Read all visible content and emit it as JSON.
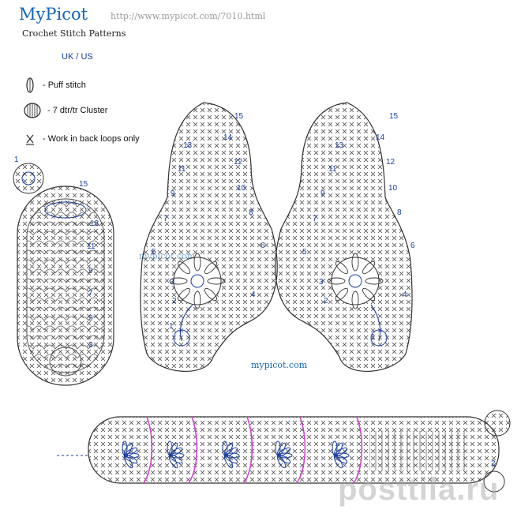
{
  "header": {
    "brand": "MyPicot",
    "url": "http://www.mypicot.com/7010.html",
    "subtitle": "Crochet Stitch Patterns",
    "terms": "UK / US"
  },
  "legend": [
    {
      "icon": "puff-stitch-icon",
      "label": "-  Puff stitch"
    },
    {
      "icon": "cluster-icon",
      "label": "-  7 dtr/tr Cluster"
    },
    {
      "icon": "back-loop-icon",
      "label": "-  Work in back loops only"
    }
  ],
  "watermarks": {
    "center": "mypicot.com",
    "overlay": "mypicot.com",
    "stamp": "posttila.ru"
  },
  "sole": {
    "start_label": "1",
    "round_labels": [
      "15",
      "13",
      "11",
      "9",
      "7",
      "5",
      "3"
    ]
  },
  "left_upper": {
    "round_labels": [
      "15",
      "14",
      "13",
      "12",
      "11",
      "10",
      "9",
      "8",
      "7",
      "6",
      "5",
      "4",
      "3",
      "2",
      "1"
    ]
  },
  "right_upper": {
    "round_labels": [
      "15",
      "14",
      "13",
      "12",
      "11",
      "10",
      "9",
      "8",
      "7",
      "6",
      "5",
      "4",
      "3",
      "2",
      "1"
    ]
  },
  "strap": {
    "end_label": "2"
  },
  "colors": {
    "ink": "#333333",
    "accent_blue": "#1a3e9e",
    "accent_purple": "#cc44cc"
  }
}
